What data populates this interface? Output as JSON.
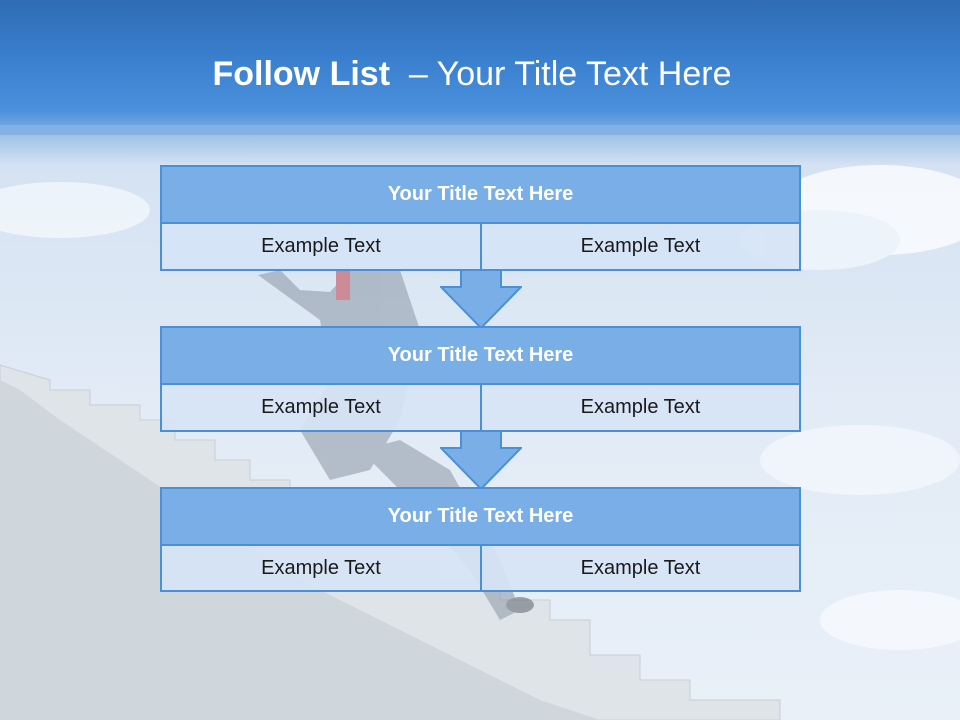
{
  "slide": {
    "title_bold": "Follow List",
    "title_rest": "  – Your Title Text Here"
  },
  "steps": [
    {
      "title": "Your Title Text Here",
      "left": "Example Text",
      "right": "Example Text"
    },
    {
      "title": "Your Title Text Here",
      "left": "Example Text",
      "right": "Example Text"
    },
    {
      "title": "Your Title Text Here",
      "left": "Example Text",
      "right": "Example Text"
    }
  ],
  "colors": {
    "header": "#3a80cf",
    "box_head": "#7aaee6",
    "box_border": "#4a90d9",
    "cell_fill": "#d6e4f6",
    "arrow_fill": "#7aaee6"
  }
}
